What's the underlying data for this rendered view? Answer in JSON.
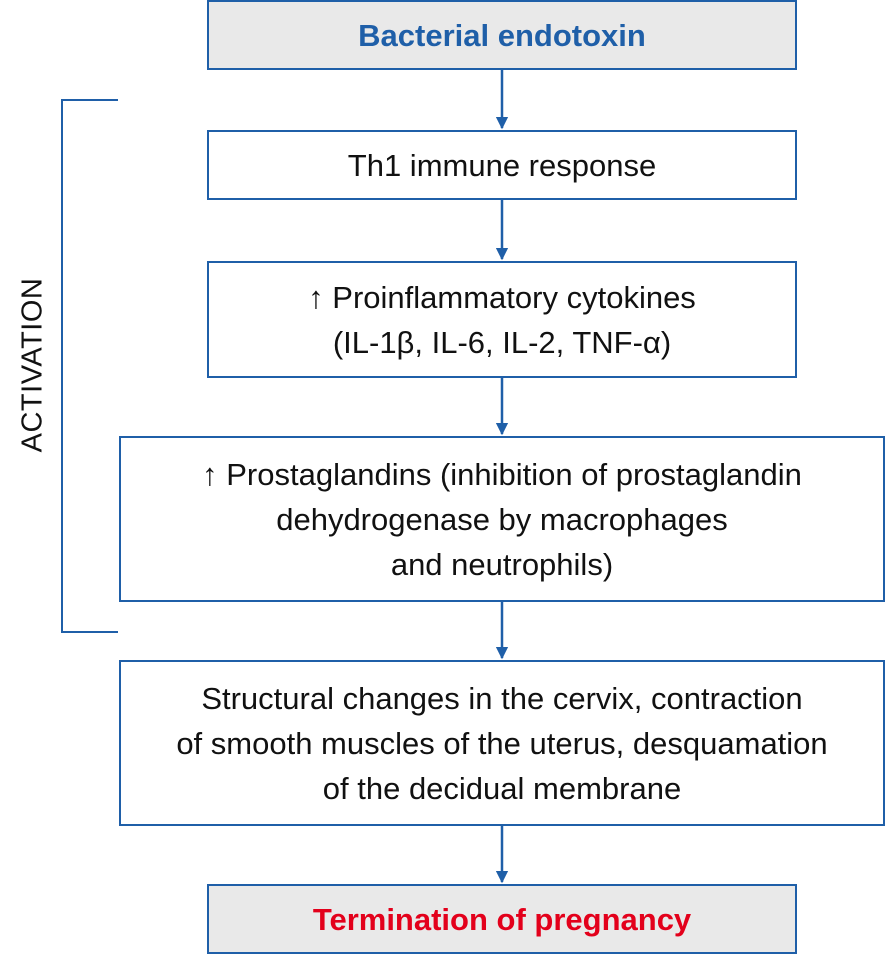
{
  "colors": {
    "line": "#1f5fa8",
    "title_blue": "#1f5fa8",
    "title_red": "#e3001b",
    "shaded_box": "#e9e9e9"
  },
  "side_label": "ACTIVATION",
  "steps": {
    "s1": {
      "line1": "Bacterial endotoxin"
    },
    "s2": {
      "line1": "Th1 immune response"
    },
    "s3": {
      "line1": "↑ Proinflammatory cytokines",
      "line2": "(IL-1β, IL-6, IL-2, TNF-α)"
    },
    "s4": {
      "line1": "↑ Prostaglandins (inhibition of prostaglandin",
      "line2": "dehydrogenase by macrophages",
      "line3": "and neutrophils)"
    },
    "s5": {
      "line1": "Structural changes in the cervix, contraction",
      "line2": "of smooth muscles of the uterus, desquamation",
      "line3": "of the decidual membrane"
    },
    "s6": {
      "line1": "Termination of pregnancy"
    }
  }
}
